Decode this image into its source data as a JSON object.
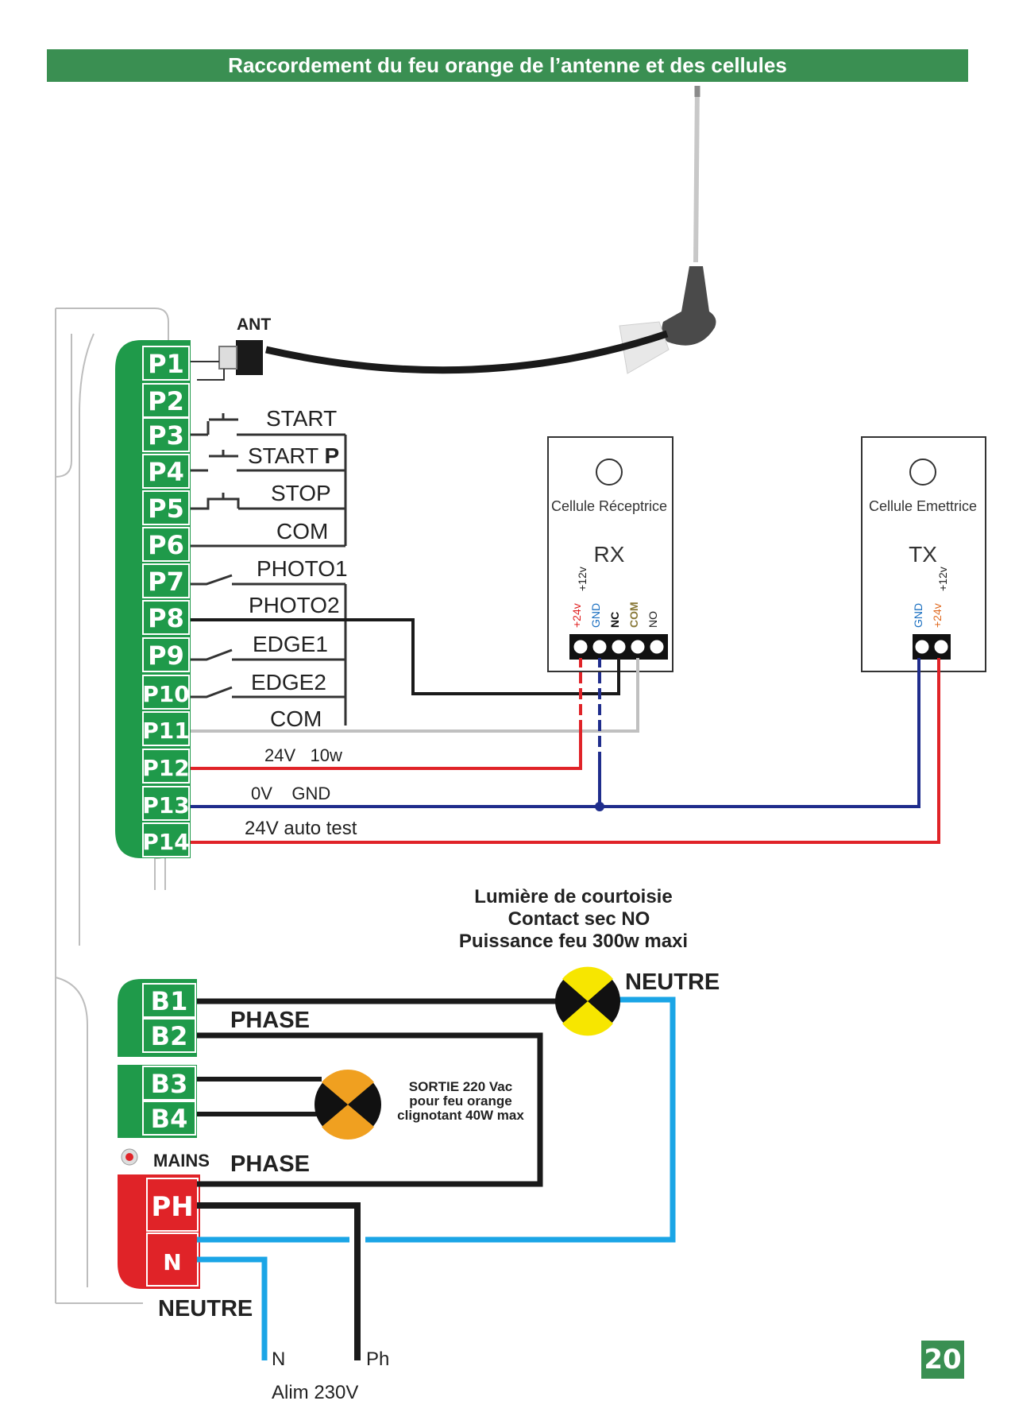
{
  "header": {
    "title": "Raccordement du feu orange  de l’antenne et des cellules"
  },
  "page_number": "20",
  "antenna": {
    "label": "ANT"
  },
  "terminals": [
    "P1",
    "P2",
    "P3",
    "P4",
    "P5",
    "P6",
    "P7",
    "P8",
    "P9",
    "P10",
    "P11",
    "P12",
    "P13",
    "P14"
  ],
  "inputs": {
    "start": "START",
    "start_p": "START ",
    "start_p_bold": "P",
    "stop": "STOP",
    "com": "COM",
    "photo1": "PHOTO1",
    "photo2": "PHOTO2",
    "edge1": "EDGE1",
    "edge2": "EDGE2",
    "com2": "COM",
    "v24": "24V   10w",
    "v0": "0V    GND",
    "autotest": "24V auto test"
  },
  "rx": {
    "title": "Cellule Réceptrice",
    "code": "RX",
    "pins": [
      {
        "label": "+24v",
        "color": "#e02020"
      },
      {
        "label": "+12v",
        "color": "#222222"
      },
      {
        "label": "GND",
        "color": "#1a6fc0"
      },
      {
        "label": "NC",
        "color": "#111111"
      },
      {
        "label": "COM",
        "color": "#8a7a3a"
      },
      {
        "label": "NO",
        "color": "#222222"
      }
    ]
  },
  "tx": {
    "title": "Cellule Emettrice",
    "code": "TX",
    "pins": [
      {
        "label": "GND",
        "color": "#1a6fc0"
      },
      {
        "label": "+24v",
        "color": "#e06a20"
      },
      {
        "label": "+12v",
        "color": "#222222"
      }
    ]
  },
  "courtesy": {
    "line1": "Lumière de courtoisie",
    "line2": "Contact sec NO",
    "line3": "Puissance feu 300w maxi",
    "neutre": "NEUTRE"
  },
  "power_terminals": {
    "b": [
      "B1",
      "B2",
      "B3",
      "B4"
    ],
    "mains": "MAINS",
    "ph": "PH",
    "n": "N"
  },
  "orange_light": {
    "line1": "SORTIE 220 Vac",
    "line2": "pour feu orange",
    "line3": "clignotant 40W max"
  },
  "phase_labels": {
    "phase1": "PHASE",
    "phase2": "PHASE",
    "neutre": "NEUTRE"
  },
  "supply": {
    "n": "N",
    "ph": "Ph",
    "label": "Alim 230V"
  },
  "colors": {
    "green": "#1f9a4a",
    "banner": "#3a8f52",
    "red_terminal": "#e02328",
    "wire_red": "#e02328",
    "wire_blue": "#1f2d8c",
    "wire_lightblue": "#1ba5e6",
    "wire_grey": "#c0c0c0",
    "lamp_yellow": "#f7e600",
    "lamp_orange": "#f0a020"
  }
}
